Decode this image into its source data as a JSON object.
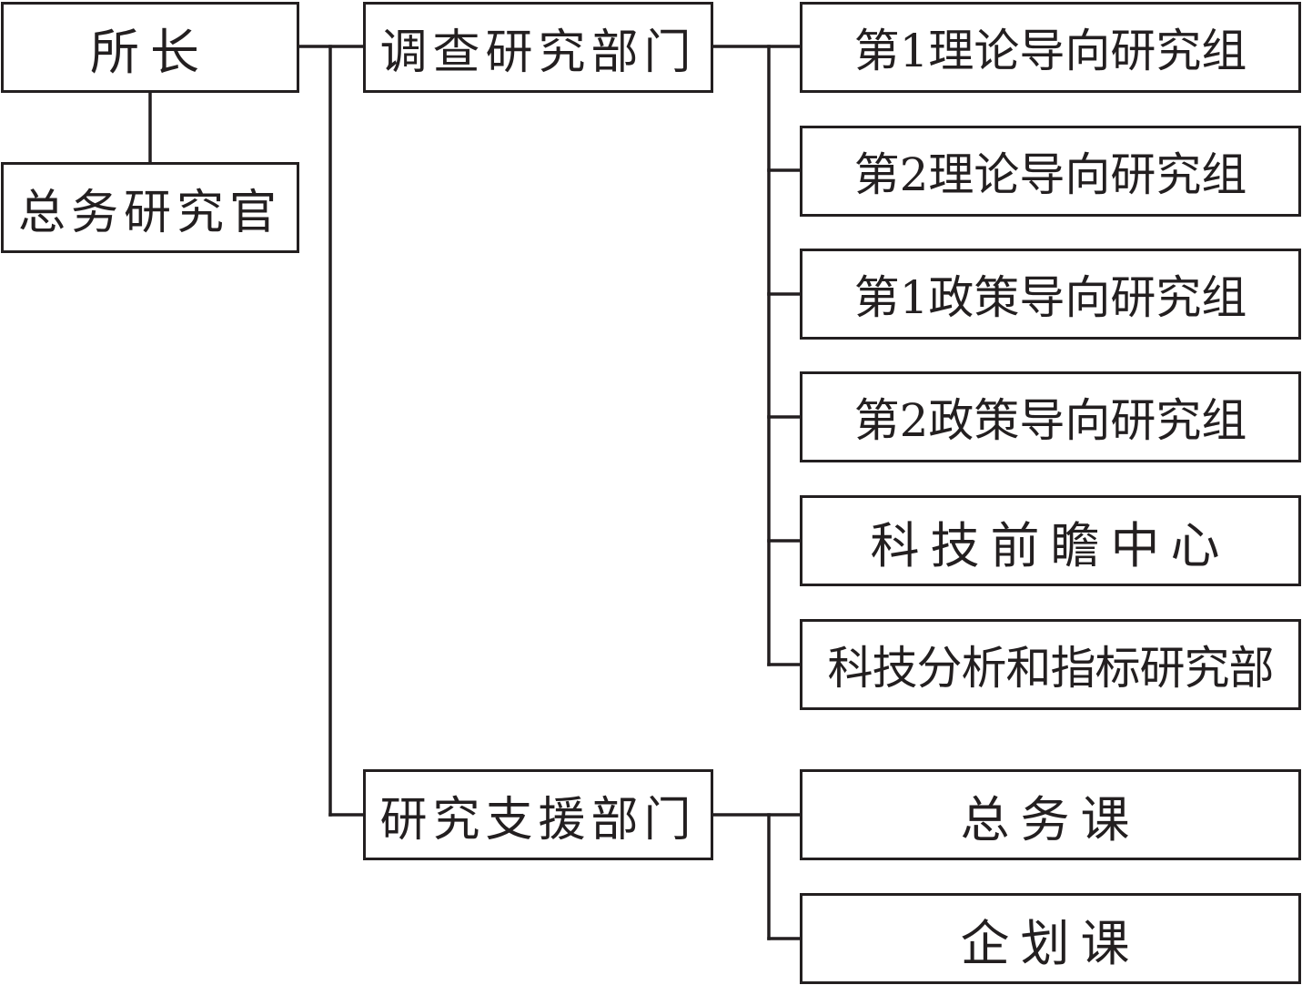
{
  "diagram": {
    "type": "org-chart",
    "root": {
      "label": "所长"
    },
    "staff": {
      "label": "总务研究官"
    },
    "departments": [
      {
        "label": "调查研究部门",
        "units": [
          {
            "label": "第1理论导向研究组"
          },
          {
            "label": "第2理论导向研究组"
          },
          {
            "label": "第1政策导向研究组"
          },
          {
            "label": "第2政策导向研究组"
          },
          {
            "label": "科技前瞻中心"
          },
          {
            "label": "科技分析和指标研究部"
          }
        ]
      },
      {
        "label": "研究支援部门",
        "units": [
          {
            "label": "总务课"
          },
          {
            "label": "企划课"
          }
        ]
      }
    ],
    "colors": {
      "line": "#231f20",
      "box_fill": "#ffffff",
      "text": "#231f20"
    }
  }
}
